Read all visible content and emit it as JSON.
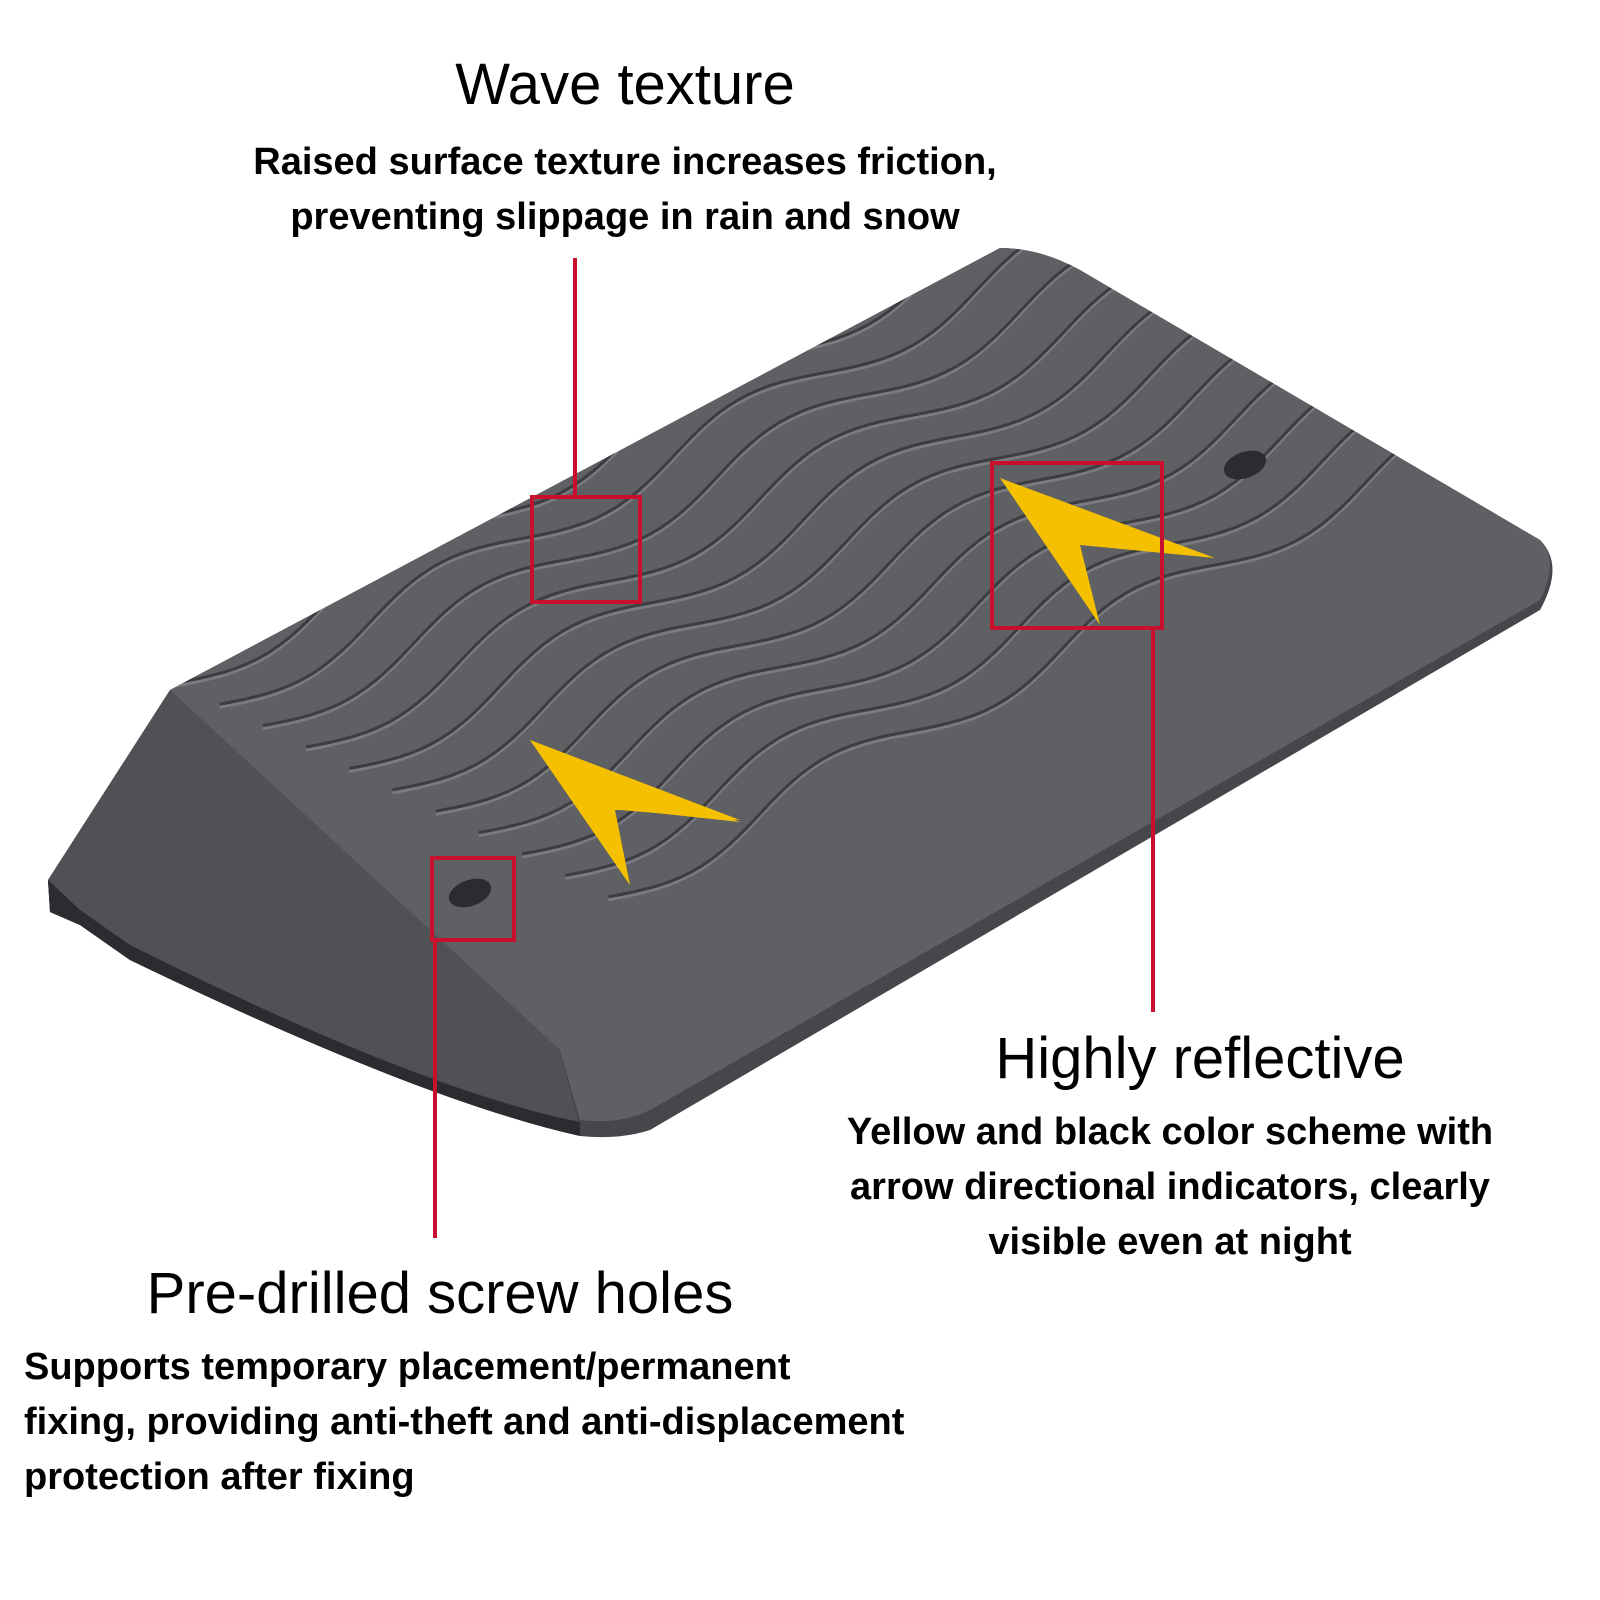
{
  "callouts": {
    "wave_texture": {
      "title": "Wave texture",
      "lines": [
        "Raised surface texture increases friction,",
        "preventing slippage in rain and snow"
      ]
    },
    "highly_reflective": {
      "title": "Highly reflective",
      "lines": [
        "Yellow and black color scheme with",
        "arrow directional indicators, clearly",
        "visible even at night"
      ]
    },
    "screw_holes": {
      "title": "Pre-drilled screw holes",
      "lines": [
        "Supports temporary placement/permanent",
        "fixing, providing anti-theft and anti-displacement",
        "protection after fixing"
      ]
    }
  },
  "colors": {
    "ramp_top": "#5f6064",
    "ramp_side": "#46474b",
    "ramp_edge": "#2b2c2f",
    "wave_line": "#3c3d41",
    "wave_highlight": "#7a7b80",
    "arrow": "#f5c000",
    "callout": "#c8102e",
    "text": "#000000"
  },
  "icons": {
    "ramp": "curb-ramp-illustration",
    "arrow": "chevron-arrow-marker",
    "hole": "screw-hole"
  }
}
